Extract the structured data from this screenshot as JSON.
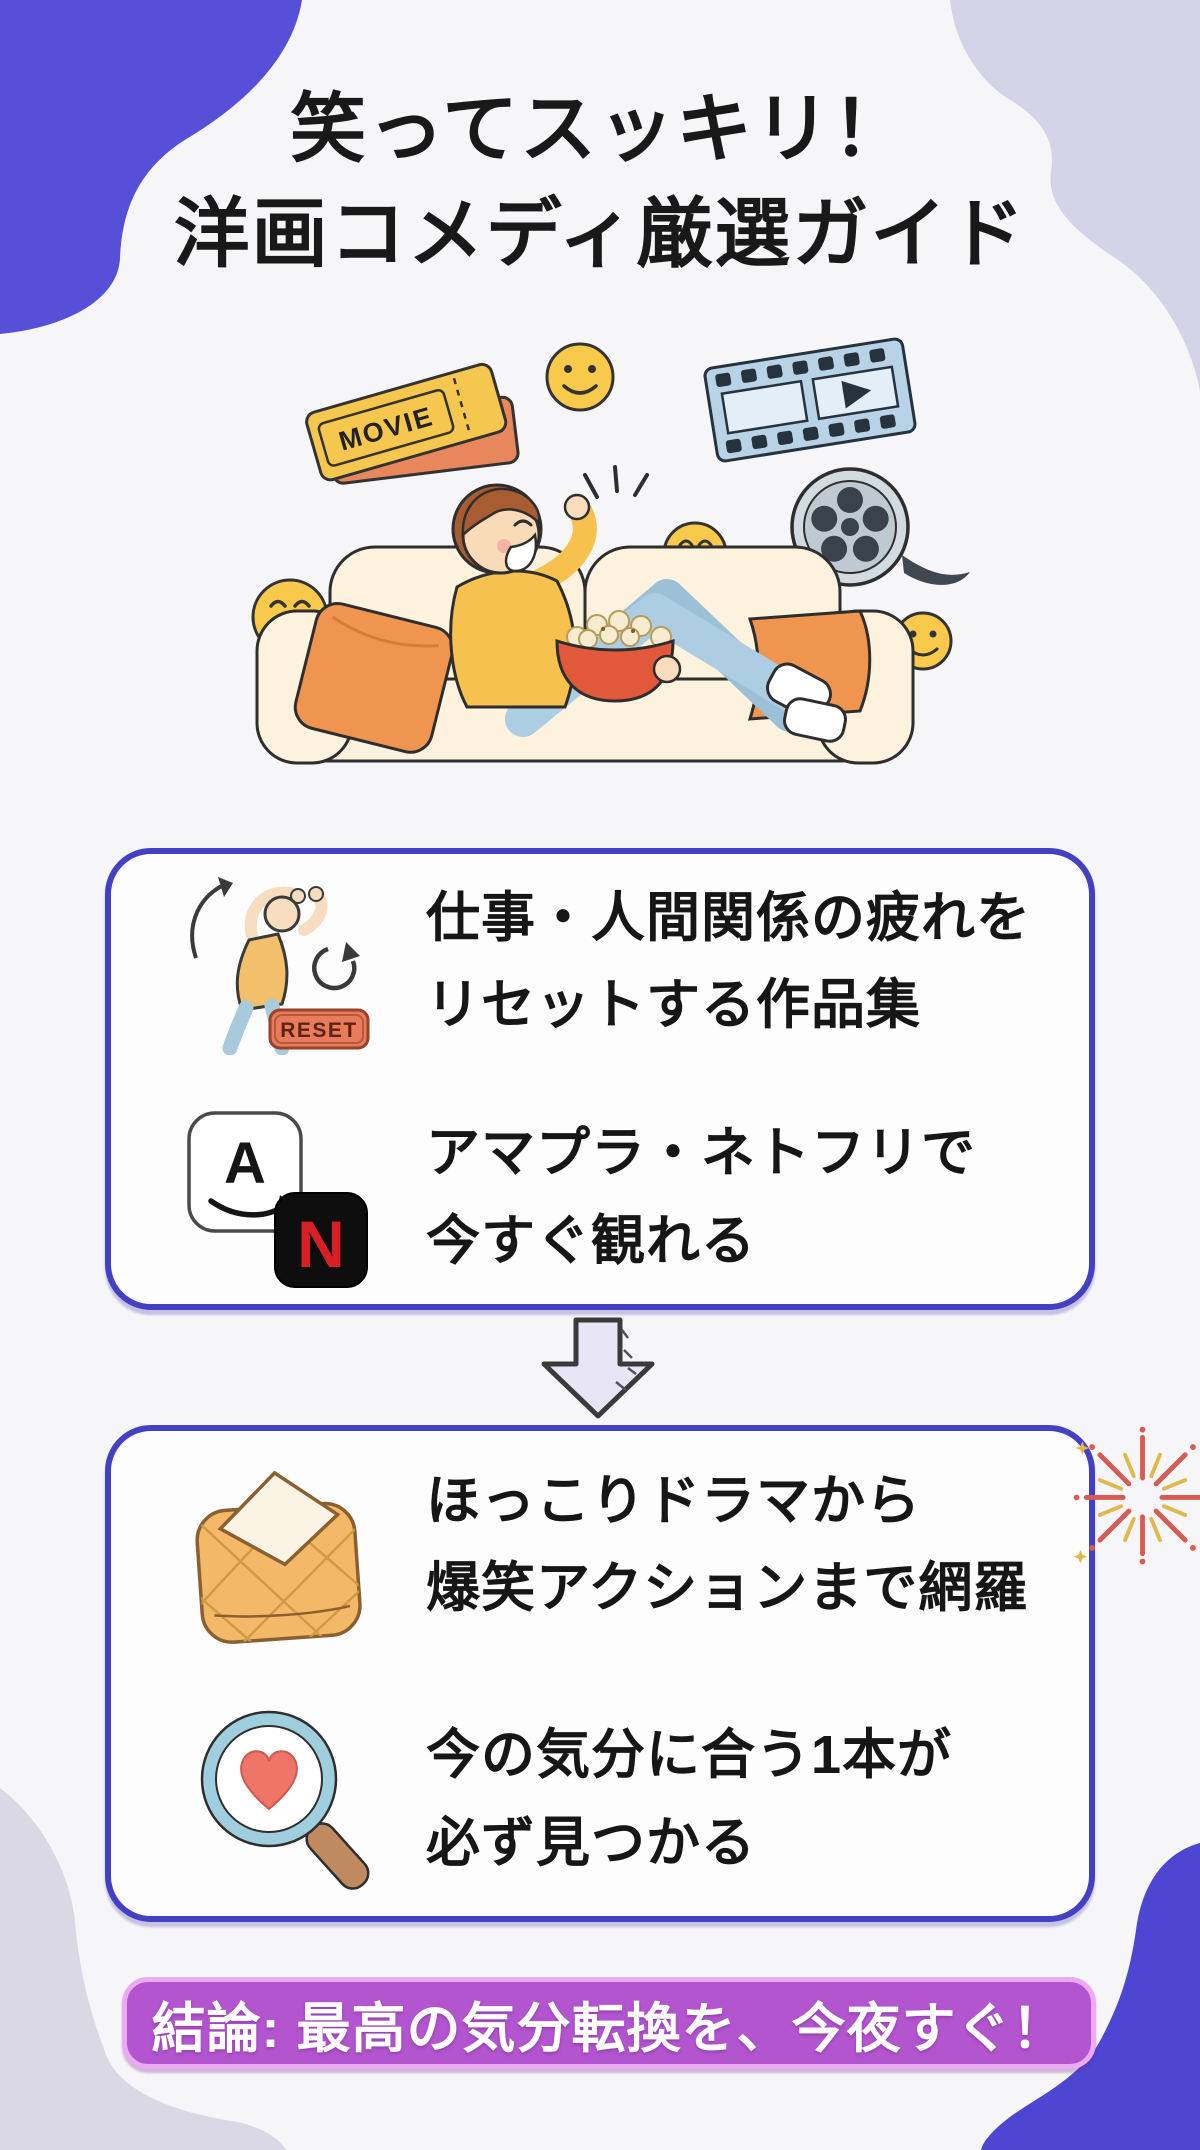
{
  "colors": {
    "background": "#f6f5f8",
    "blob_indigo": "#5650d8",
    "blob_indigo_bottom": "#4c46d2",
    "blob_lavender": "#d5d3e8",
    "blob_gray_lavender": "#d9d8e4",
    "card_border": "#4440c4",
    "conclusion_fill": "#b455d0",
    "conclusion_border": "#ecaaf2",
    "netflix_red": "#d81f26",
    "reset_button_fill": "#e87b5c",
    "text_dark": "#161616"
  },
  "title": {
    "line1": "笑ってスッキリ！",
    "line2": "洋画コメディ厳選ガイド"
  },
  "illustration": {
    "ticket_text": "MOVIE"
  },
  "benefits_card": {
    "items": [
      {
        "icon": "reset-icon",
        "button_text": "RESET",
        "line1": "仕事・人間関係の疲れを",
        "line2": "リセットする作品集"
      },
      {
        "icon": "amazon-netflix-icon",
        "amazon_text": "A",
        "netflix_text": "N",
        "line1": "アマプラ・ネトフリで",
        "line2": "今すぐ観れる"
      }
    ]
  },
  "content_card": {
    "items": [
      {
        "icon": "blanket-icon",
        "extra_icon": "fireworks-icon",
        "line1": "ほっこりドラマから",
        "line2": "爆笑アクションまで網羅"
      },
      {
        "icon": "magnifier-heart-icon",
        "line1": "今の気分に合う1本が",
        "line2": "必ず見つかる"
      }
    ]
  },
  "conclusion": {
    "text": "結論: 最高の気分転換を、今夜すぐ！"
  }
}
